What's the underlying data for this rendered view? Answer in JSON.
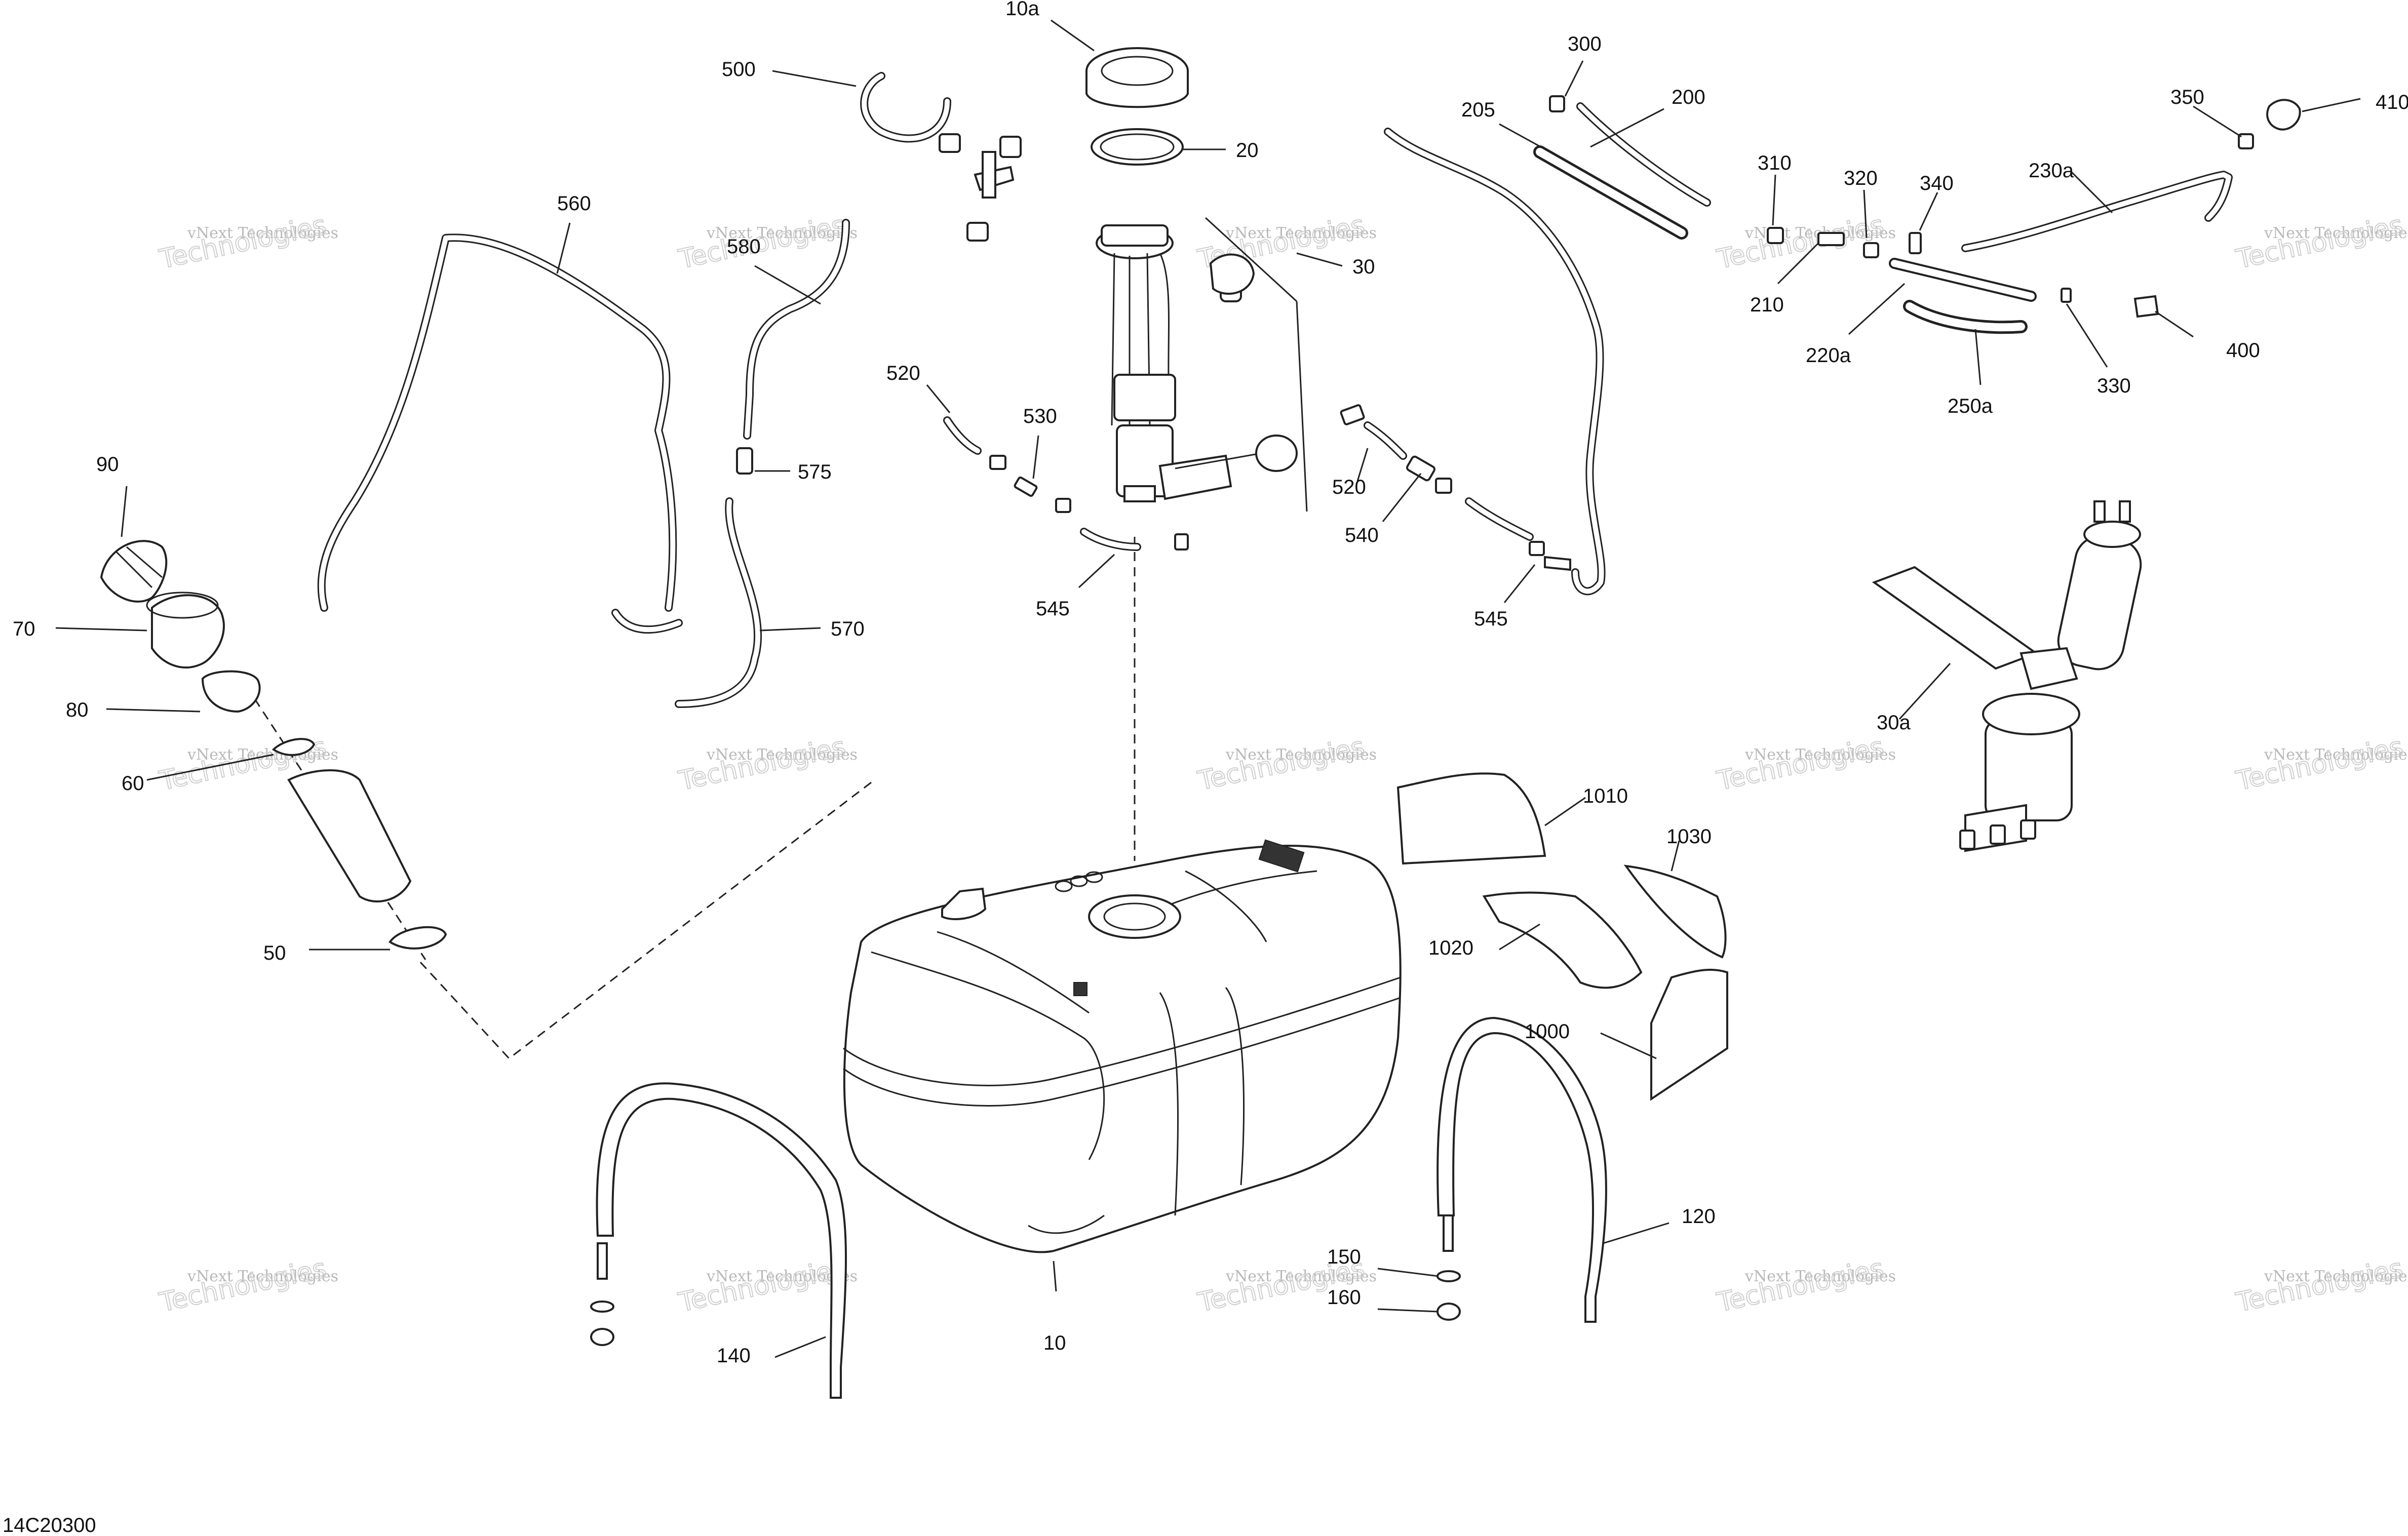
{
  "figure_ref": "14C20300",
  "watermark": {
    "line1": "vNext Technologies",
    "line2": "Technologies"
  },
  "callouts": {
    "c10a": "10a",
    "c20": "20",
    "c500": "500",
    "c560": "560",
    "c580": "580",
    "c575": "575",
    "c570": "570",
    "c90": "90",
    "c70": "70",
    "c80": "80",
    "c60": "60",
    "c50": "50",
    "c520_left": "520",
    "c530": "530",
    "c545_left": "545",
    "c30": "30",
    "c520_right": "520",
    "c540": "540",
    "c545_right": "545",
    "c300": "300",
    "c200": "200",
    "c205": "205",
    "c310": "310",
    "c210": "210",
    "c320": "320",
    "c340": "340",
    "c220a": "220a",
    "c230a": "230a",
    "c250a": "250a",
    "c330": "330",
    "c350": "350",
    "c410": "410",
    "c400": "400",
    "c30a": "30a",
    "c1010": "1010",
    "c1030": "1030",
    "c1020": "1020",
    "c1000": "1000",
    "c10": "10",
    "c140": "140",
    "c150": "150",
    "c160": "160",
    "c120": "120"
  }
}
